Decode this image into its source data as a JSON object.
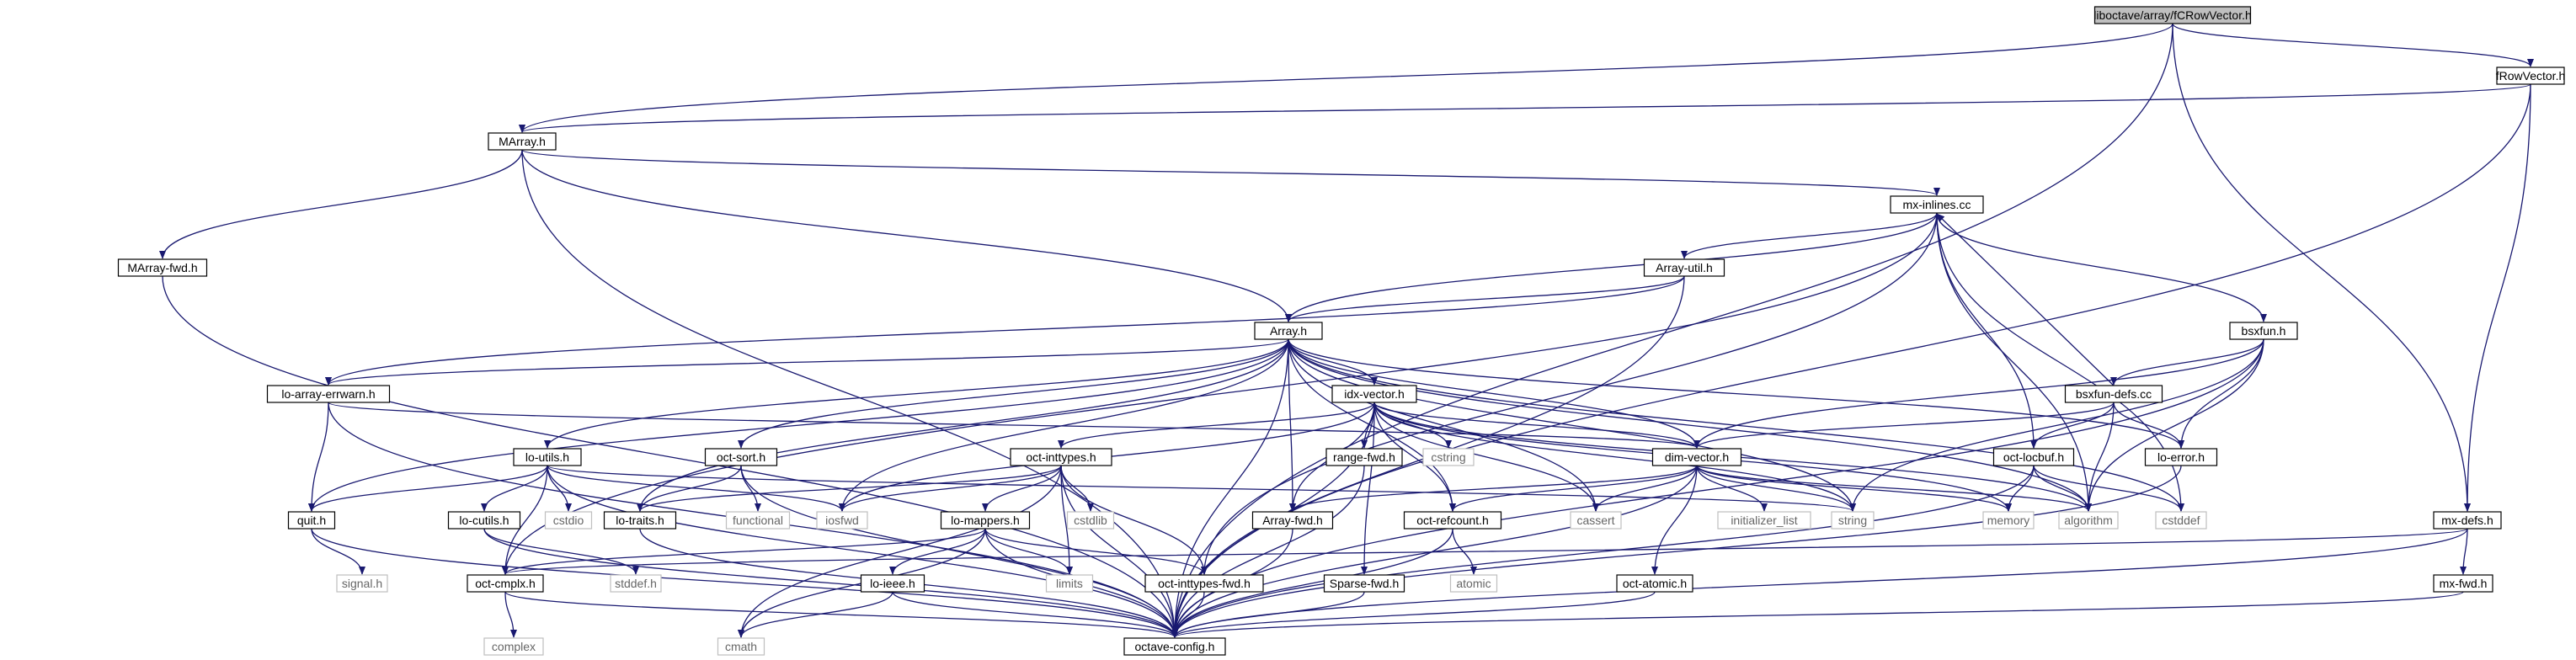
{
  "title": "liboctave/array/fCRowVector.h",
  "colors": {
    "root_fill": "#bfbfbf",
    "node_fill": "#ffffff",
    "node_border": "#000000",
    "system_border": "#bfbfbf",
    "system_text": "#666666",
    "edge": "#191970"
  },
  "nodes": [
    {
      "id": "root",
      "label": "liboctave/array/fCRowVector.h",
      "kind": "root"
    },
    {
      "id": "frowvector",
      "label": "fRowVector.h",
      "kind": "file"
    },
    {
      "id": "marray",
      "label": "MArray.h",
      "kind": "file"
    },
    {
      "id": "mxinlines",
      "label": "mx-inlines.cc",
      "kind": "file"
    },
    {
      "id": "marrayfwd",
      "label": "MArray-fwd.h",
      "kind": "file"
    },
    {
      "id": "arrayutil",
      "label": "Array-util.h",
      "kind": "file"
    },
    {
      "id": "bsxfun",
      "label": "bsxfun.h",
      "kind": "file"
    },
    {
      "id": "array",
      "label": "Array.h",
      "kind": "file"
    },
    {
      "id": "loarrayerrwarn",
      "label": "lo-array-errwarn.h",
      "kind": "file"
    },
    {
      "id": "idxvector",
      "label": "idx-vector.h",
      "kind": "file"
    },
    {
      "id": "bsxfundefs",
      "label": "bsxfun-defs.cc",
      "kind": "file"
    },
    {
      "id": "loutils",
      "label": "lo-utils.h",
      "kind": "file"
    },
    {
      "id": "octsort",
      "label": "oct-sort.h",
      "kind": "file"
    },
    {
      "id": "octinttypes",
      "label": "oct-inttypes.h",
      "kind": "file"
    },
    {
      "id": "rangefwd",
      "label": "range-fwd.h",
      "kind": "file"
    },
    {
      "id": "cstring",
      "label": "cstring",
      "kind": "system"
    },
    {
      "id": "dimvector",
      "label": "dim-vector.h",
      "kind": "file"
    },
    {
      "id": "octlocbuf",
      "label": "oct-locbuf.h",
      "kind": "file"
    },
    {
      "id": "loerror",
      "label": "lo-error.h",
      "kind": "file"
    },
    {
      "id": "quit",
      "label": "quit.h",
      "kind": "file"
    },
    {
      "id": "locutils",
      "label": "lo-cutils.h",
      "kind": "file"
    },
    {
      "id": "cstdio",
      "label": "cstdio",
      "kind": "system"
    },
    {
      "id": "lotraits",
      "label": "lo-traits.h",
      "kind": "file"
    },
    {
      "id": "functional",
      "label": "functional",
      "kind": "system"
    },
    {
      "id": "iosfwd",
      "label": "iosfwd",
      "kind": "system"
    },
    {
      "id": "lomappers",
      "label": "lo-mappers.h",
      "kind": "file"
    },
    {
      "id": "cstdlib",
      "label": "cstdlib",
      "kind": "system"
    },
    {
      "id": "arrayfwd",
      "label": "Array-fwd.h",
      "kind": "file"
    },
    {
      "id": "octrefcount",
      "label": "oct-refcount.h",
      "kind": "file"
    },
    {
      "id": "cassert",
      "label": "cassert",
      "kind": "system"
    },
    {
      "id": "initlist",
      "label": "initializer_list",
      "kind": "system"
    },
    {
      "id": "string",
      "label": "string",
      "kind": "system"
    },
    {
      "id": "memory",
      "label": "memory",
      "kind": "system"
    },
    {
      "id": "algorithm",
      "label": "algorithm",
      "kind": "system"
    },
    {
      "id": "cstddef",
      "label": "cstddef",
      "kind": "system"
    },
    {
      "id": "mxdefs",
      "label": "mx-defs.h",
      "kind": "file"
    },
    {
      "id": "signalh",
      "label": "signal.h",
      "kind": "system"
    },
    {
      "id": "stddef",
      "label": "stddef.h",
      "kind": "system"
    },
    {
      "id": "octcmplx",
      "label": "oct-cmplx.h",
      "kind": "file"
    },
    {
      "id": "loieee",
      "label": "lo-ieee.h",
      "kind": "file"
    },
    {
      "id": "limits",
      "label": "limits",
      "kind": "system"
    },
    {
      "id": "octinttypesfwd",
      "label": "oct-inttypes-fwd.h",
      "kind": "file"
    },
    {
      "id": "sparsefwd",
      "label": "Sparse-fwd.h",
      "kind": "file"
    },
    {
      "id": "atomic",
      "label": "atomic",
      "kind": "system"
    },
    {
      "id": "octatomic",
      "label": "oct-atomic.h",
      "kind": "file"
    },
    {
      "id": "mxfwd",
      "label": "mx-fwd.h",
      "kind": "file"
    },
    {
      "id": "complex",
      "label": "complex",
      "kind": "system"
    },
    {
      "id": "cmath",
      "label": "cmath",
      "kind": "system"
    },
    {
      "id": "octaveconfig",
      "label": "octave-config.h",
      "kind": "file"
    }
  ],
  "edges": [
    [
      "root",
      "frowvector"
    ],
    [
      "root",
      "marray"
    ],
    [
      "root",
      "mxdefs"
    ],
    [
      "root",
      "octaveconfig"
    ],
    [
      "frowvector",
      "marray"
    ],
    [
      "frowvector",
      "mxdefs"
    ],
    [
      "frowvector",
      "octaveconfig"
    ],
    [
      "marray",
      "array"
    ],
    [
      "marray",
      "marrayfwd"
    ],
    [
      "marray",
      "mxinlines"
    ],
    [
      "marray",
      "octaveconfig"
    ],
    [
      "marrayfwd",
      "octaveconfig"
    ],
    [
      "mxinlines",
      "array"
    ],
    [
      "mxinlines",
      "arrayutil"
    ],
    [
      "mxinlines",
      "bsxfun"
    ],
    [
      "mxinlines",
      "octlocbuf"
    ],
    [
      "mxinlines",
      "algorithm"
    ],
    [
      "mxinlines",
      "cstddef"
    ],
    [
      "mxinlines",
      "octcmplx"
    ],
    [
      "mxinlines",
      "octinttypesfwd"
    ],
    [
      "arrayutil",
      "array"
    ],
    [
      "arrayutil",
      "loarrayerrwarn"
    ],
    [
      "arrayutil",
      "octaveconfig"
    ],
    [
      "bsxfun",
      "dimvector"
    ],
    [
      "bsxfun",
      "bsxfundefs"
    ],
    [
      "bsxfun",
      "loerror"
    ],
    [
      "bsxfun",
      "algorithm"
    ],
    [
      "bsxfun",
      "string"
    ],
    [
      "bsxfun",
      "octaveconfig"
    ],
    [
      "bsxfundefs",
      "mxinlines"
    ],
    [
      "bsxfundefs",
      "dimvector"
    ],
    [
      "bsxfundefs",
      "octlocbuf"
    ],
    [
      "bsxfundefs",
      "loerror"
    ],
    [
      "bsxfundefs",
      "algorithm"
    ],
    [
      "array",
      "loarrayerrwarn"
    ],
    [
      "array",
      "idxvector"
    ],
    [
      "array",
      "loutils"
    ],
    [
      "array",
      "octsort"
    ],
    [
      "array",
      "quit"
    ],
    [
      "array",
      "lotraits"
    ],
    [
      "array",
      "iosfwd"
    ],
    [
      "array",
      "arrayfwd"
    ],
    [
      "array",
      "dimvector"
    ],
    [
      "array",
      "octrefcount"
    ],
    [
      "array",
      "cassert"
    ],
    [
      "array",
      "string"
    ],
    [
      "array",
      "algorithm"
    ],
    [
      "array",
      "cstddef"
    ],
    [
      "array",
      "loerror"
    ],
    [
      "array",
      "octaveconfig"
    ],
    [
      "loarrayerrwarn",
      "dimvector"
    ],
    [
      "loarrayerrwarn",
      "quit"
    ],
    [
      "loarrayerrwarn",
      "octaveconfig"
    ],
    [
      "idxvector",
      "octinttypes"
    ],
    [
      "idxvector",
      "rangefwd"
    ],
    [
      "idxvector",
      "cstring"
    ],
    [
      "idxvector",
      "dimvector"
    ],
    [
      "idxvector",
      "arrayfwd"
    ],
    [
      "idxvector",
      "octrefcount"
    ],
    [
      "idxvector",
      "iosfwd"
    ],
    [
      "idxvector",
      "sparsefwd"
    ],
    [
      "idxvector",
      "cassert"
    ],
    [
      "idxvector",
      "memory"
    ],
    [
      "idxvector",
      "algorithm"
    ],
    [
      "idxvector",
      "string"
    ],
    [
      "idxvector",
      "octaveconfig"
    ],
    [
      "loutils",
      "quit"
    ],
    [
      "loutils",
      "locutils"
    ],
    [
      "loutils",
      "cstdio"
    ],
    [
      "loutils",
      "iosfwd"
    ],
    [
      "loutils",
      "string"
    ],
    [
      "loutils",
      "octcmplx"
    ],
    [
      "loutils",
      "octaveconfig"
    ],
    [
      "octsort",
      "lotraits"
    ],
    [
      "octsort",
      "functional"
    ],
    [
      "octsort",
      "octaveconfig"
    ],
    [
      "octinttypes",
      "lomappers"
    ],
    [
      "octinttypes",
      "cstdlib"
    ],
    [
      "octinttypes",
      "lotraits"
    ],
    [
      "octinttypes",
      "iosfwd"
    ],
    [
      "octinttypes",
      "limits"
    ],
    [
      "octinttypes",
      "octinttypesfwd"
    ],
    [
      "octinttypes",
      "cmath"
    ],
    [
      "octinttypes",
      "octaveconfig"
    ],
    [
      "rangefwd",
      "octaveconfig"
    ],
    [
      "dimvector",
      "arrayfwd"
    ],
    [
      "dimvector",
      "octrefcount"
    ],
    [
      "dimvector",
      "cassert"
    ],
    [
      "dimvector",
      "initlist"
    ],
    [
      "dimvector",
      "string"
    ],
    [
      "dimvector",
      "memory"
    ],
    [
      "dimvector",
      "algorithm"
    ],
    [
      "dimvector",
      "octatomic"
    ],
    [
      "dimvector",
      "octaveconfig"
    ],
    [
      "octlocbuf",
      "memory"
    ],
    [
      "octlocbuf",
      "algorithm"
    ],
    [
      "octlocbuf",
      "cstddef"
    ],
    [
      "octlocbuf",
      "octaveconfig"
    ],
    [
      "loerror",
      "octaveconfig"
    ],
    [
      "quit",
      "signalh"
    ],
    [
      "quit",
      "octaveconfig"
    ],
    [
      "locutils",
      "stddef"
    ],
    [
      "locutils",
      "octaveconfig"
    ],
    [
      "lotraits",
      "octaveconfig"
    ],
    [
      "lomappers",
      "loieee"
    ],
    [
      "lomappers",
      "octcmplx"
    ],
    [
      "lomappers",
      "limits"
    ],
    [
      "lomappers",
      "octinttypesfwd"
    ],
    [
      "lomappers",
      "cmath"
    ],
    [
      "lomappers",
      "octaveconfig"
    ],
    [
      "arrayfwd",
      "octaveconfig"
    ],
    [
      "octrefcount",
      "atomic"
    ],
    [
      "octrefcount",
      "octaveconfig"
    ],
    [
      "mxdefs",
      "mxfwd"
    ],
    [
      "mxdefs",
      "octcmplx"
    ],
    [
      "mxdefs",
      "octaveconfig"
    ],
    [
      "octcmplx",
      "complex"
    ],
    [
      "octcmplx",
      "octaveconfig"
    ],
    [
      "loieee",
      "cmath"
    ],
    [
      "loieee",
      "octaveconfig"
    ],
    [
      "octinttypesfwd",
      "octaveconfig"
    ],
    [
      "sparsefwd",
      "octaveconfig"
    ],
    [
      "octatomic",
      "octaveconfig"
    ],
    [
      "mxfwd",
      "octaveconfig"
    ]
  ]
}
